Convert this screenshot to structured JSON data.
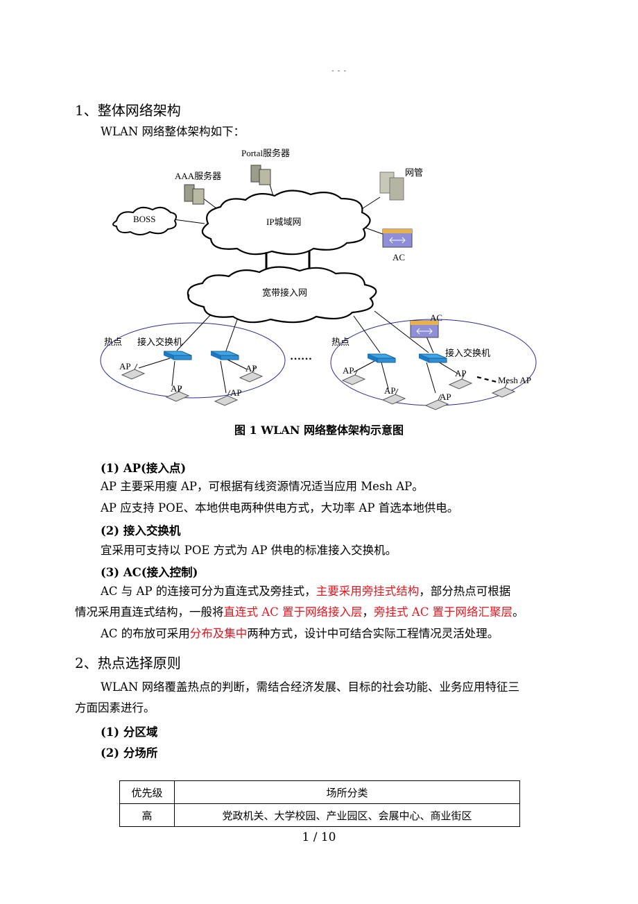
{
  "header": {
    "mark": "- - -"
  },
  "section1": {
    "title": "1、整体网络架构",
    "intro": "WLAN 网络整体架构如下："
  },
  "diagram": {
    "labels": {
      "portal": "Portal服务器",
      "aaa": "AAA服务器",
      "nms": "网管",
      "boss": "BOSS",
      "metro": "IP城域网",
      "ac_top": "AC",
      "broadband": "宽带接入网",
      "ac_right": "AC",
      "hotspot_left": "热点",
      "switch_left": "接入交换机",
      "hotspot_right": "热点",
      "switch_right": "接入交换机",
      "dots": "……",
      "ap": "AP",
      "mesh_ap": "Mesh AP"
    },
    "caption": "图 1 WLAN 网络整体架构示意图"
  },
  "items": {
    "ap_heading": "(1) AP(接入点)",
    "ap_line1": "AP 主要采用瘦 AP，可根据有线资源情况适当应用 Mesh AP。",
    "ap_line2": "AP 应支持 POE、本地供电两种供电方式，大功率 AP 首选本地供电。",
    "switch_heading": "(2) 接入交换机",
    "switch_line1": "宜采用可支持以 POE 方式为 AP 供电的标准接入交换机。",
    "ac_heading": "(3) AC(接入控制)",
    "ac_p1_a": "AC 与 AP 的连接可分为直连式及旁挂式，",
    "ac_p1_red1": "主要采用旁挂式结构",
    "ac_p1_b": "，部分热点可根据",
    "ac_p1_c": "情况采用直连式结构，一般将",
    "ac_p1_red2": "直连式 AC 置于网络接入层",
    "ac_p1_d": "，",
    "ac_p1_red3": "旁挂式 AC 置于网络汇聚层",
    "ac_p1_e": "。",
    "ac_p2_a": "AC 的布放可采用",
    "ac_p2_red": "分布及集中",
    "ac_p2_b": "两种方式，设计中可结合实际工程情况灵活处理。"
  },
  "section2": {
    "title": "2、热点选择原则",
    "line1": "WLAN 网络覆盖热点的判断，需结合经济发展、目标的社会功能、业务应用特征三",
    "line2": "方面因素进行。",
    "sub1": "(1) 分区域",
    "sub2": "(2) 分场所"
  },
  "table": {
    "headers": [
      "优先级",
      "场所分类"
    ],
    "rows": [
      [
        "高",
        "党政机关、大学校园、产业园区、会展中心、商业街区"
      ]
    ]
  },
  "footer": {
    "page": "1 / 10"
  }
}
